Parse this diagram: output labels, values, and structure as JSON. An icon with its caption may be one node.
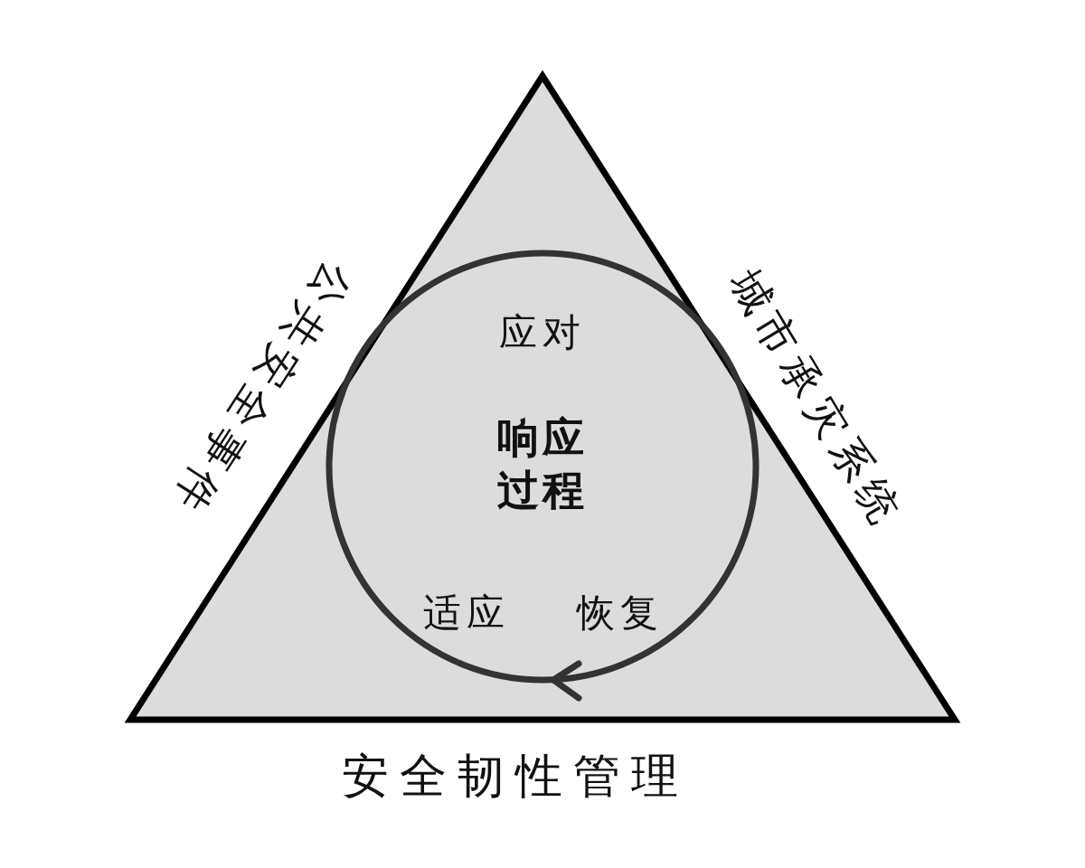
{
  "diagram": {
    "nodes": [
      {
        "text": [
          "公共安全事件",
          "城市承灾系统",
          "安全韧性管理"
        ]
      },
      {
        "text": [
          "应对",
          "响应过程",
          "适应",
          "恢复"
        ],
        "in": 0
      }
    ],
    "edges": []
  }
}
